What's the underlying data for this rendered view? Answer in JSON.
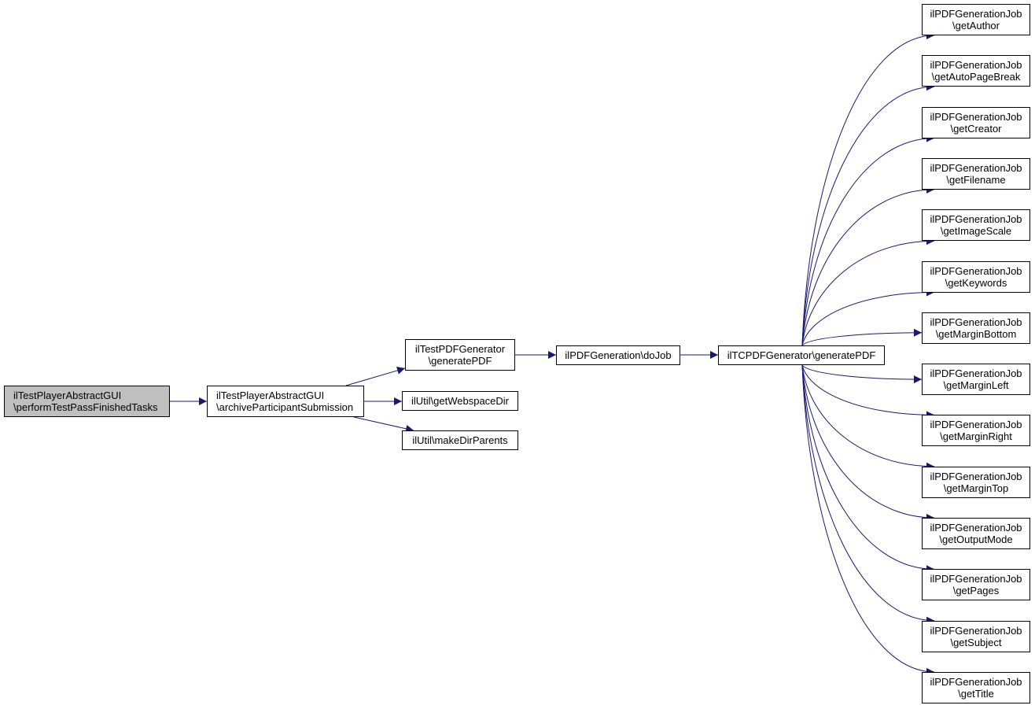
{
  "graph": {
    "root": {
      "line1": "ilTestPlayerAbstractGUI",
      "line2": "\\performTestPassFinishedTasks"
    },
    "archive": {
      "line1": "ilTestPlayerAbstractGUI",
      "line2": "\\archiveParticipantSubmission"
    },
    "test_pdf": {
      "line1": "ilTestPDFGenerator",
      "line2": "\\generatePDF"
    },
    "webspace": {
      "line1": "ilUtil\\getWebspaceDir"
    },
    "makedir": {
      "line1": "ilUtil\\makeDirParents"
    },
    "dojob": {
      "line1": "ilPDFGeneration\\doJob"
    },
    "tcpdf": {
      "line1": "ilTCPDFGenerator\\generatePDF"
    },
    "job_class": "ilPDFGenerationJob",
    "job_methods": [
      "\\getAuthor",
      "\\getAutoPageBreak",
      "\\getCreator",
      "\\getFilename",
      "\\getImageScale",
      "\\getKeywords",
      "\\getMarginBottom",
      "\\getMarginLeft",
      "\\getMarginRight",
      "\\getMarginTop",
      "\\getOutputMode",
      "\\getPages",
      "\\getSubject",
      "\\getTitle"
    ]
  },
  "colors": {
    "edge": "#191970",
    "root_fill": "#bfbfbf",
    "node_fill": "#ffffff",
    "border": "#000000"
  }
}
